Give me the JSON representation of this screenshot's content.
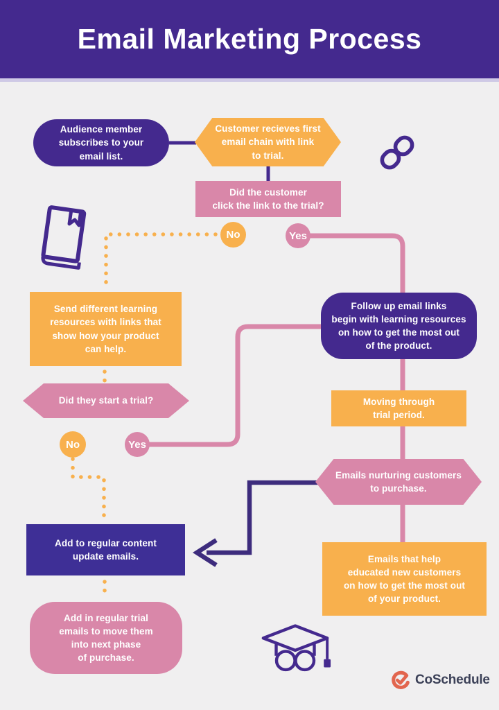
{
  "title": "Email Marketing Process",
  "labels": {
    "no": "No",
    "yes": "Yes"
  },
  "nodes": {
    "subscribe": {
      "label": "Audience member\nsubscribes to your\nemail list."
    },
    "first_email": {
      "label": "Customer recieves first\nemail chain with link\nto trial."
    },
    "click_question": {
      "label": "Did the customer\nclick the link to the trial?"
    },
    "send_resources": {
      "label": "Send different learning\nresources with links that\nshow how your product\ncan help."
    },
    "follow_up": {
      "label": "Follow up email links\nbegin with learning resources\non how to get the most out\nof the product."
    },
    "trial_question": {
      "label": "Did they start a trial?"
    },
    "moving_trial": {
      "label": "Moving through\ntrial period."
    },
    "nurture": {
      "label": "Emails nurturing customers\nto purchase."
    },
    "regular_content": {
      "label": "Add to regular content\nupdate emails."
    },
    "educate": {
      "label": "Emails that help\neducated new customers\non how to get the most out\nof your product."
    },
    "regular_trial": {
      "label": "Add in regular trial\nemails to move them\ninto next phase\nof purchase."
    }
  },
  "brand": {
    "name": "CoSchedule"
  },
  "icons": {
    "chain": "chain-link-icon",
    "book": "book-icon",
    "graduation": "graduation-cap-glasses-icon",
    "brand_mark": "coschedule-check-icon"
  },
  "colors": {
    "header_purple": "#44298e",
    "deep_purple_box": "#3e2f96",
    "orange": "#f8b04d",
    "pink": "#d987a9",
    "arrow_purple": "#3d2c7d",
    "background": "#f0eff0",
    "brand_coral": "#e2654e",
    "brand_navy": "#3b4057",
    "text_white": "#ffffff"
  }
}
